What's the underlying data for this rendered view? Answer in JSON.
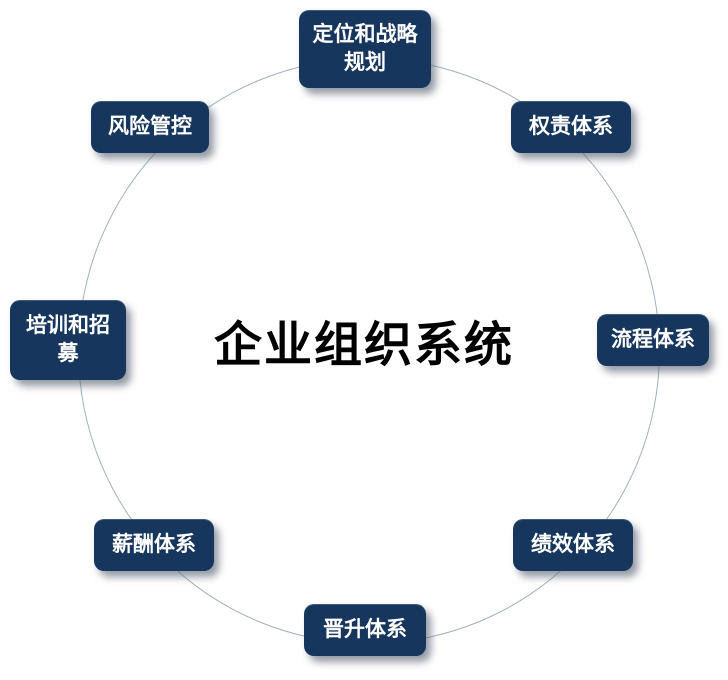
{
  "diagram": {
    "title": "企业组织系统",
    "nodes": [
      {
        "position": "top",
        "label": "定位和战略规划"
      },
      {
        "position": "top-right",
        "label": "权责体系"
      },
      {
        "position": "right",
        "label": "流程体系"
      },
      {
        "position": "bottom-right",
        "label": "绩效体系"
      },
      {
        "position": "bottom",
        "label": "晋升体系"
      },
      {
        "position": "bottom-left",
        "label": "薪酬体系"
      },
      {
        "position": "left",
        "label": "培训和招募"
      },
      {
        "position": "top-left",
        "label": "风险管控"
      }
    ]
  },
  "colors": {
    "node_fill": "#17365d",
    "node_text": "#ffffff",
    "circle_stroke": "#9fb0c2",
    "title_color": "#000000",
    "background": "#ffffff"
  }
}
